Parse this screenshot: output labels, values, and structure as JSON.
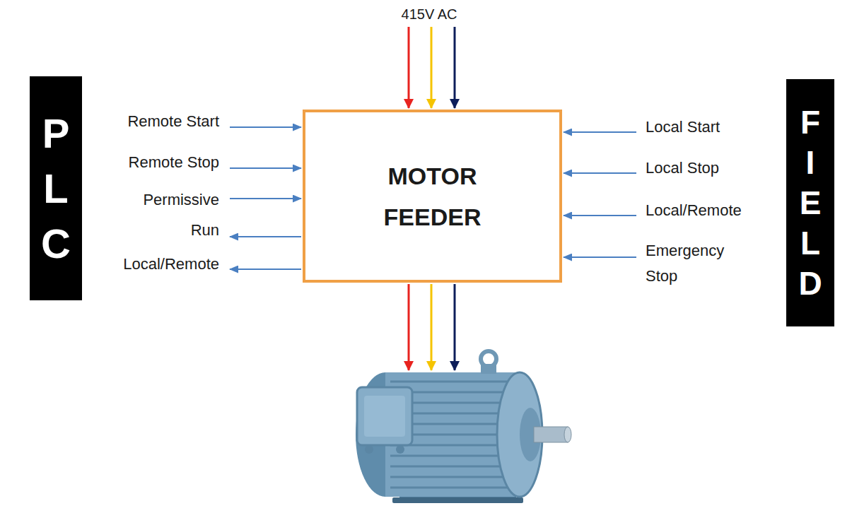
{
  "diagram": {
    "nodes": [
      {
        "text": [
          "P L C"
        ]
      },
      {
        "text": [
          "MOTOR FEEDER"
        ]
      },
      {
        "text": [
          "F I E L D"
        ]
      }
    ],
    "labels": [
      "415V AC",
      "Remote Start",
      "Remote Stop",
      "Permissive",
      "Run",
      "Local/Remote",
      "Local Start",
      "Local Stop",
      "Local/Remote",
      "Emergency Stop"
    ]
  }
}
